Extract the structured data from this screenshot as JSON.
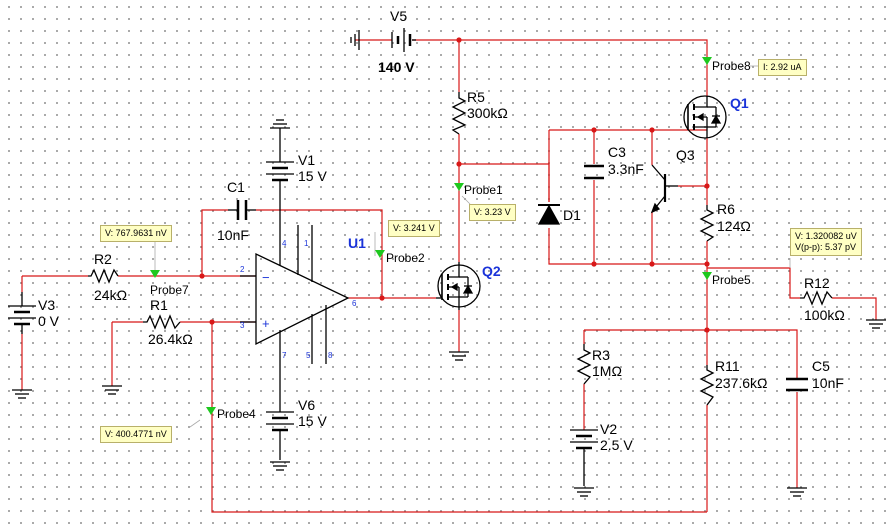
{
  "components": {
    "V5": {
      "name": "V5",
      "value": "140 V"
    },
    "V1": {
      "name": "V1",
      "value": "15 V"
    },
    "V6": {
      "name": "V6",
      "value": "15 V"
    },
    "V3": {
      "name": "V3",
      "value": "0 V"
    },
    "V2": {
      "name": "V2",
      "value": "2.5 V"
    },
    "R5": {
      "name": "R5",
      "value": "300kΩ"
    },
    "R2": {
      "name": "R2",
      "value": "24kΩ"
    },
    "R1": {
      "name": "R1",
      "value": "26.4kΩ"
    },
    "R6": {
      "name": "R6",
      "value": "124Ω"
    },
    "R12": {
      "name": "R12",
      "value": "100kΩ"
    },
    "R3": {
      "name": "R3",
      "value": "1MΩ"
    },
    "R11": {
      "name": "R11",
      "value": "237.6kΩ"
    },
    "C1": {
      "name": "C1",
      "value": "10nF"
    },
    "C3": {
      "name": "C3",
      "value": "3.3nF"
    },
    "C5": {
      "name": "C5",
      "value": "10nF"
    },
    "D1": {
      "name": "D1"
    },
    "Q1": {
      "name": "Q1"
    },
    "Q2": {
      "name": "Q2"
    },
    "Q3": {
      "name": "Q3"
    },
    "U1": {
      "name": "U1"
    }
  },
  "opamp_pins": {
    "p4": "4",
    "p1": "1",
    "p2": "2",
    "p3": "3",
    "p6": "6",
    "p7": "7",
    "p5": "5",
    "p8": "8",
    "minus": "−",
    "plus": "+"
  },
  "probes": {
    "probe1": {
      "name": "Probe1",
      "reading": "V: 3.23 V"
    },
    "probe2": {
      "name": "Probe2",
      "reading": "V: 3.241 V"
    },
    "probe4": {
      "name": "Probe4",
      "reading": "V: 400.4771 nV"
    },
    "probe5": {
      "name": "Probe5",
      "reading": "V: 1.320082 uV",
      "reading2": "V(p-p): 5.37 pV"
    },
    "probe7": {
      "name": "Probe7",
      "reading": "V: 767.9631 nV"
    },
    "probe8": {
      "name": "Probe8",
      "reading": "I: 2.92 uA"
    }
  },
  "colors": {
    "wire": "#d81818",
    "component": "#000000",
    "label_blue": "#1a33d9",
    "probe_green": "#1ec81e",
    "note_bg": "#ffffc4"
  }
}
